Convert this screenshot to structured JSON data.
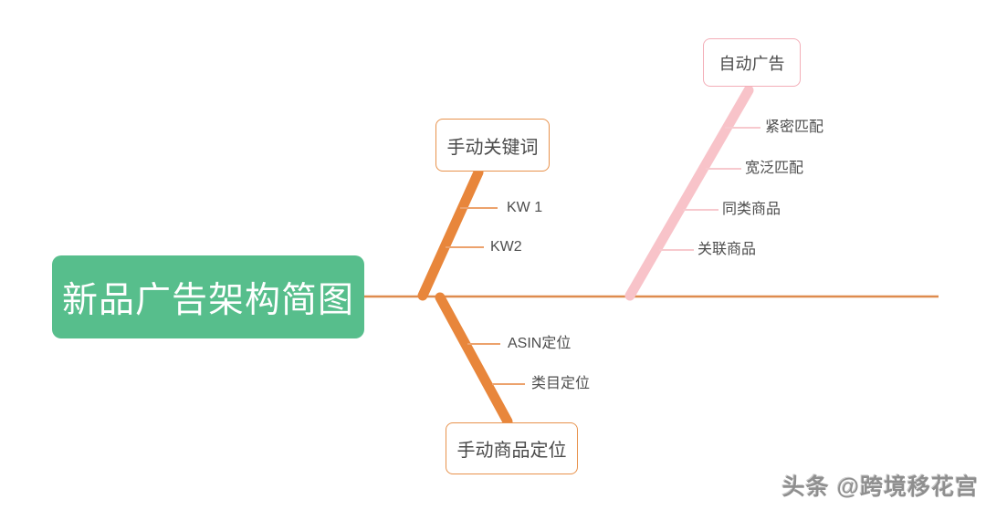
{
  "root": {
    "label": "新品广告架构简图",
    "color": "#57BE8C",
    "text_color": "#FFFFFF"
  },
  "branches": [
    {
      "label": "手动关键词",
      "border_color": "#E8924C",
      "line_color": "#E8863B",
      "tick_color": "#ECA26C",
      "children": [
        {
          "label": "KW 1"
        },
        {
          "label": "KW2"
        }
      ]
    },
    {
      "label": "自动广告",
      "border_color": "#F3AEB8",
      "line_color": "#F8C3C9",
      "tick_color": "#F7C9CE",
      "children": [
        {
          "label": "紧密匹配"
        },
        {
          "label": "宽泛匹配"
        },
        {
          "label": "同类商品"
        },
        {
          "label": "关联商品"
        }
      ]
    },
    {
      "label": "手动商品定位",
      "border_color": "#E8924C",
      "line_color": "#E8863B",
      "tick_color": "#ECA26C",
      "children": [
        {
          "label": "ASIN定位"
        },
        {
          "label": "类目定位"
        }
      ]
    }
  ],
  "spine_color": "#DE8B4E",
  "watermark": {
    "text": "头条 @跨境移花宫"
  }
}
